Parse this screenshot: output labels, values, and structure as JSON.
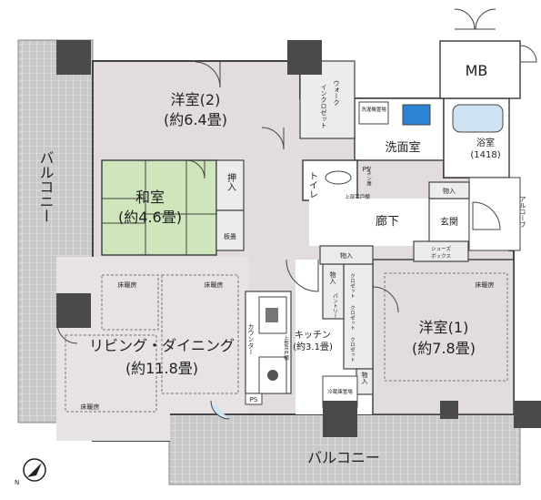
{
  "rooms": {
    "western_room_2": {
      "name": "洋室(2)",
      "size": "(約6.4畳)"
    },
    "western_room_1": {
      "name": "洋室(1)",
      "size": "(約7.8畳)"
    },
    "japanese_room": {
      "name": "和室",
      "size": "(約4.6畳)"
    },
    "living_dining": {
      "name": "リビング・ダイニング",
      "size": "(約11.8畳)"
    },
    "kitchen": {
      "name": "キッチン",
      "size": "(約3.1畳)"
    },
    "washroom": "洗面室",
    "bathroom": {
      "name": "浴室",
      "size": "(1418)"
    },
    "toilet": "トイレ",
    "hallway": "廊下",
    "entrance": "玄関",
    "mb": "MB"
  },
  "balconies": {
    "west": "バルコニー",
    "south": "バルコニー"
  },
  "alcove": "アルコーブ",
  "storage": {
    "oshiire": "押入",
    "itadatami": "板畳",
    "walk_in_1": "ウォーク",
    "walk_in_2": "インクロゼット",
    "storage_top": "物入",
    "storage_kitchen": "物入",
    "storage_entrance": "物入",
    "storage_room1": "物入",
    "shoes_box_1": "シューズ",
    "shoes_box_2": "ボックス",
    "pantry": "パントリー",
    "closet": "クロゼット",
    "linen": "リネン庫"
  },
  "fixtures": {
    "counter": "カウンター",
    "washer": "洗濯機置場",
    "fridge": "冷蔵庫置場",
    "upper_cabinet": "上部吊戸棚",
    "ps": "PS"
  },
  "floor_heating": "床暖房"
}
